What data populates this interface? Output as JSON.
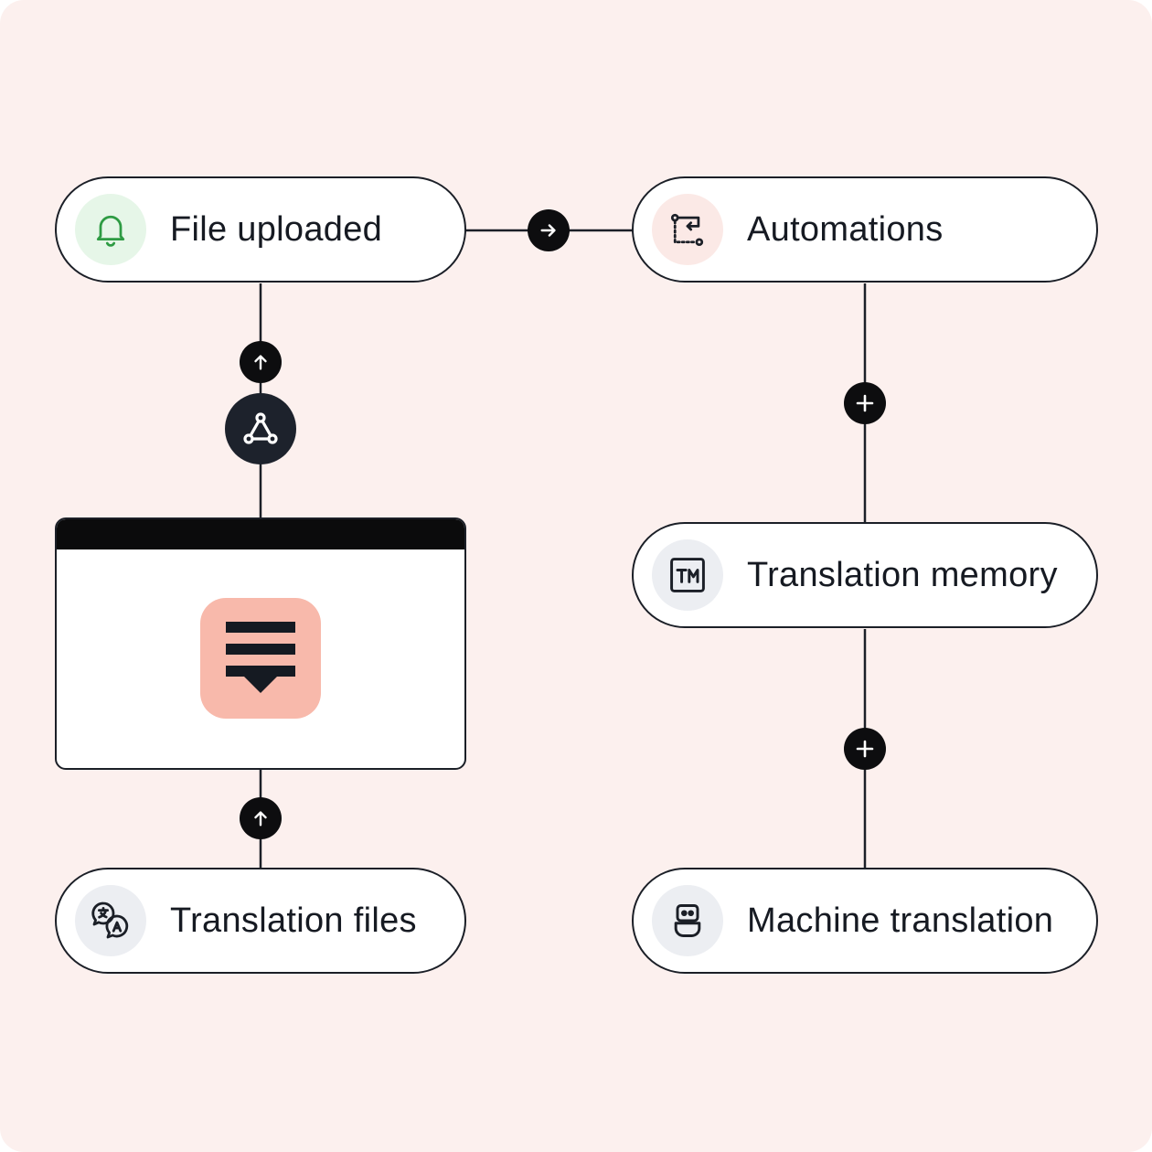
{
  "diagram": {
    "nodes": {
      "file_uploaded": {
        "label": "File uploaded",
        "icon": "bell-icon",
        "icon_bg": "#e6f6e8",
        "icon_color": "#2e9b43"
      },
      "automations": {
        "label": "Automations",
        "icon": "workflow-icon",
        "icon_bg": "#fbe9e6",
        "icon_color": "#1b1f27"
      },
      "translation_memory": {
        "label": "Translation memory",
        "icon": "tm-icon",
        "icon_bg": "#eceef2",
        "icon_color": "#1b1f27"
      },
      "machine_translation": {
        "label": "Machine translation",
        "icon": "robot-icon",
        "icon_bg": "#eceef2",
        "icon_color": "#1b1f27"
      },
      "translation_files": {
        "label": "Translation files",
        "icon": "translate-icon",
        "icon_bg": "#eceef2",
        "icon_color": "#1b1f27"
      }
    },
    "connectors": {
      "upload_to_automation": "arrow-right-icon",
      "window_to_file_uploaded": "arrow-up-icon",
      "files_to_window": "arrow-up-icon",
      "automations_to_memory": "plus-icon",
      "memory_to_machine": "plus-icon"
    },
    "hub_icon": "webhook-icon",
    "app_window": {
      "icon": "app-logo-icon",
      "tile_color": "#f8b9ab"
    }
  },
  "colors": {
    "background": "#fcf0ee",
    "stroke": "#1b1f27",
    "badge": "#0d0d0f"
  }
}
